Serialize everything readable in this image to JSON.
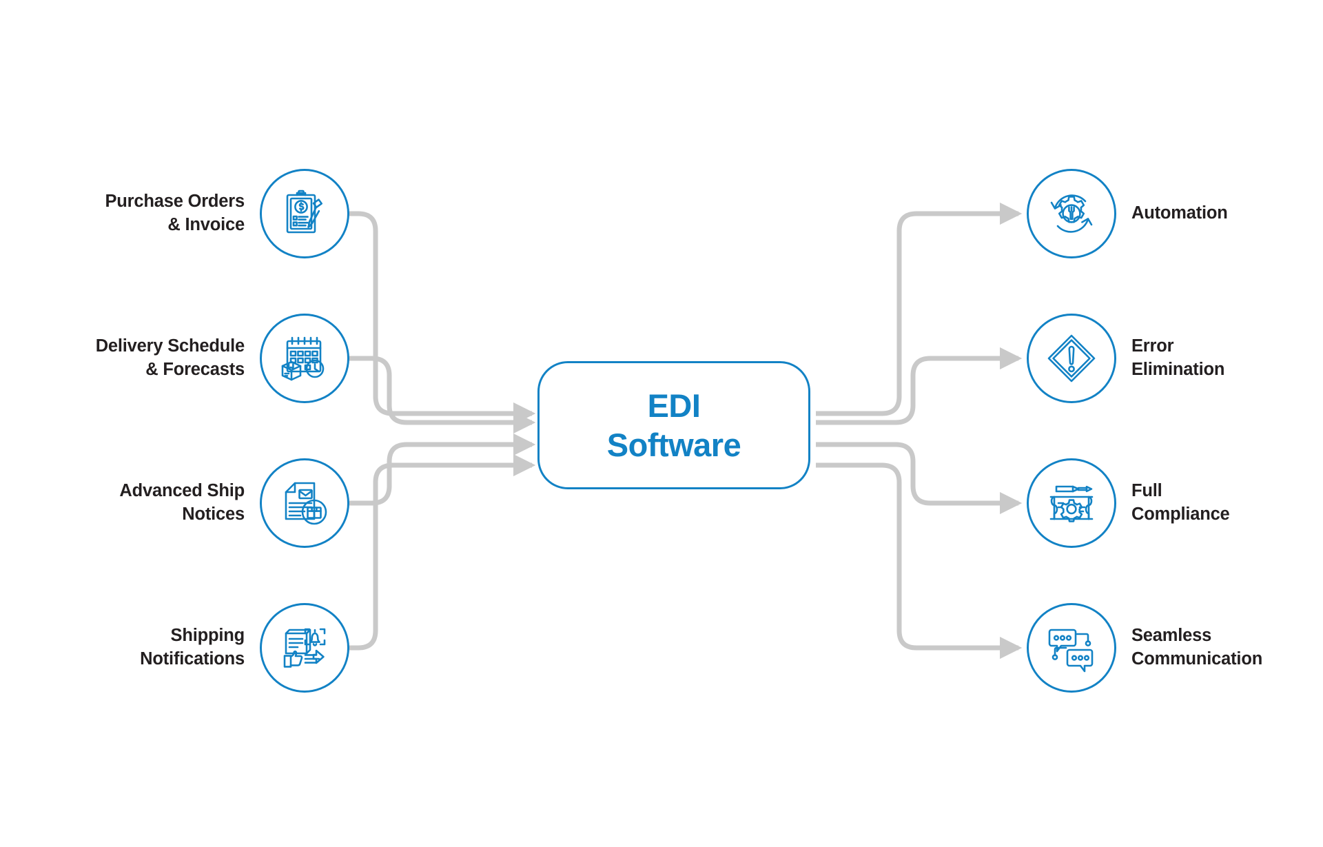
{
  "diagram": {
    "title": "EDI Software inputs and outputs",
    "background_color": "#ffffff",
    "accent_color": "#1282c5",
    "text_color": "#231f20",
    "connector_color": "#c9c9c9"
  },
  "hub": {
    "label": "EDI\nSoftware",
    "line1": "EDI",
    "line2": "Software"
  },
  "inputs": [
    {
      "label": "Purchase Orders\n& Invoice",
      "icon": "clipboard-invoice-pen-icon"
    },
    {
      "label": "Delivery Schedule\n& Forecasts",
      "icon": "calendar-boxes-clock-icon"
    },
    {
      "label": "Advanced Ship\nNotices",
      "icon": "document-envelope-package-icon"
    },
    {
      "label": "Shipping\nNotifications",
      "icon": "document-bell-thumbsup-arrow-icon"
    }
  ],
  "outputs": [
    {
      "label": "Automation",
      "icon": "gear-wrench-refresh-icon"
    },
    {
      "label": "Error\nElimination",
      "icon": "warning-diamond-exclamation-icon"
    },
    {
      "label": "Full\nCompliance",
      "icon": "blueprint-gear-pencil-icon"
    },
    {
      "label": "Seamless\nCommunication",
      "icon": "chat-bubbles-network-icon"
    }
  ]
}
